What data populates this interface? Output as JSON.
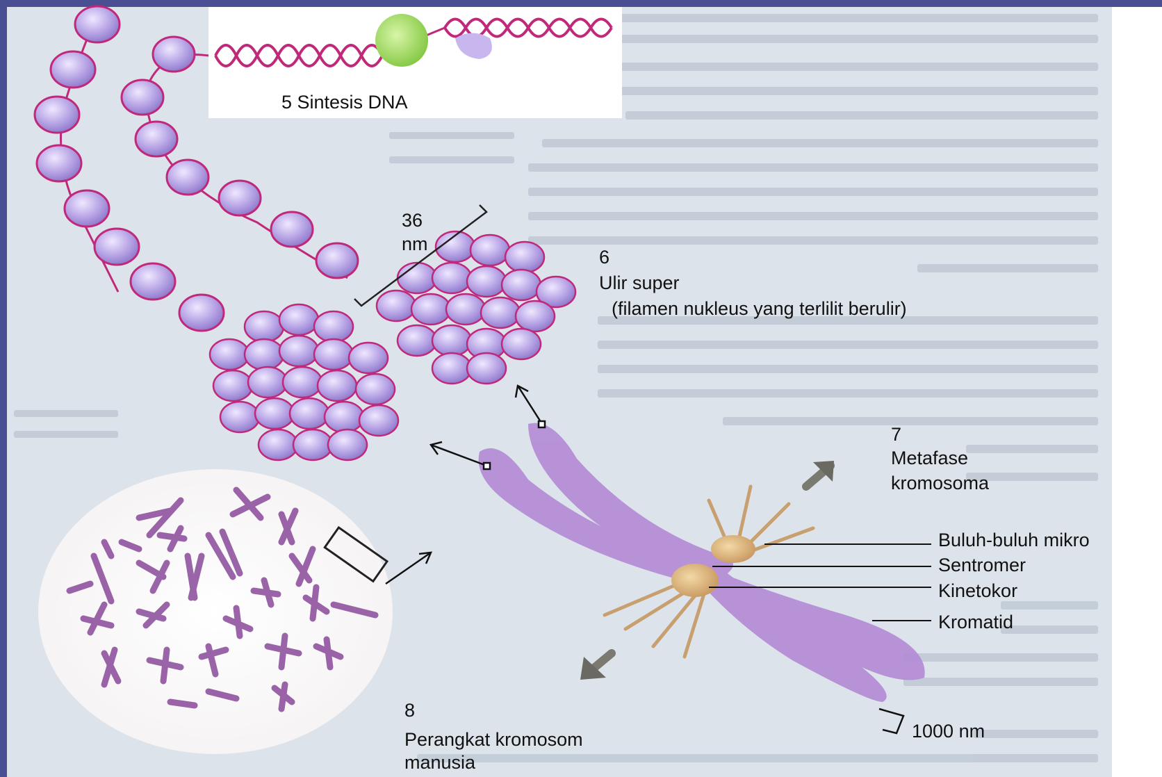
{
  "labels": {
    "dna_synthesis": "5  Sintesis DNA",
    "scale_36": "36",
    "scale_nm": "nm",
    "step6_num": "6",
    "step6_title": "Ulir super",
    "step6_desc": "(filamen nukleus yang terlilit berulir)",
    "step7_num": "7",
    "step7_title": "Metafase",
    "step7_sub": "kromosoma",
    "microtubule": "Buluh-buluh mikro",
    "centromere": "Sentromer",
    "kinetochore": "Kinetokor",
    "chromatid": "Kromatid",
    "scale_1000": "1000 nm",
    "step8_num": "8",
    "step8_title": "Perangkat kromosom",
    "step8_sub": "manusia"
  },
  "colors": {
    "frame": "#4a4f93",
    "page": "#dde3ea",
    "bead": "#b9a6e6",
    "strand": "#c0287a",
    "chromosome": "#b38ad6",
    "kinetochore": "#d7a96a",
    "spindle": "#c8a070"
  }
}
